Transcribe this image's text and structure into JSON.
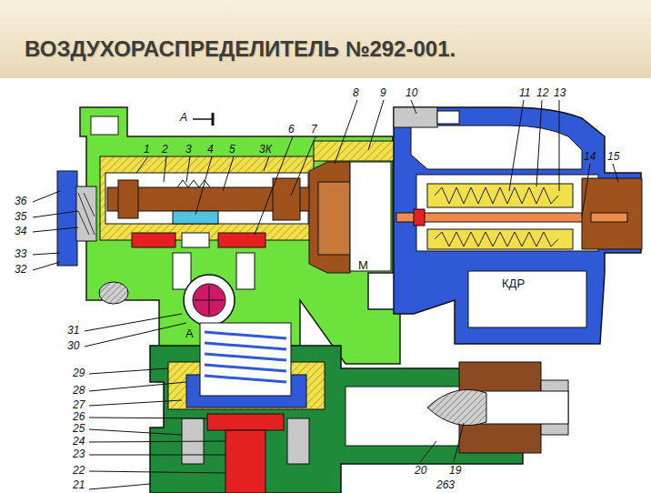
{
  "diagram": {
    "title": "ВОЗДУХОРАСПРЕДЕЛИТЕЛЬ №292-001.",
    "labels": [
      "А",
      "8",
      "9",
      "10",
      "11",
      "12",
      "13",
      "1",
      "2",
      "3",
      "4",
      "5",
      "3К",
      "6",
      "7",
      "14",
      "15",
      "36",
      "35",
      "34",
      "33",
      "32",
      "М",
      "КДР",
      "31",
      "30",
      "А",
      "29",
      "28",
      "27",
      "26",
      "25",
      "24",
      "23",
      "22",
      "21",
      "20",
      "19",
      "263"
    ]
  }
}
